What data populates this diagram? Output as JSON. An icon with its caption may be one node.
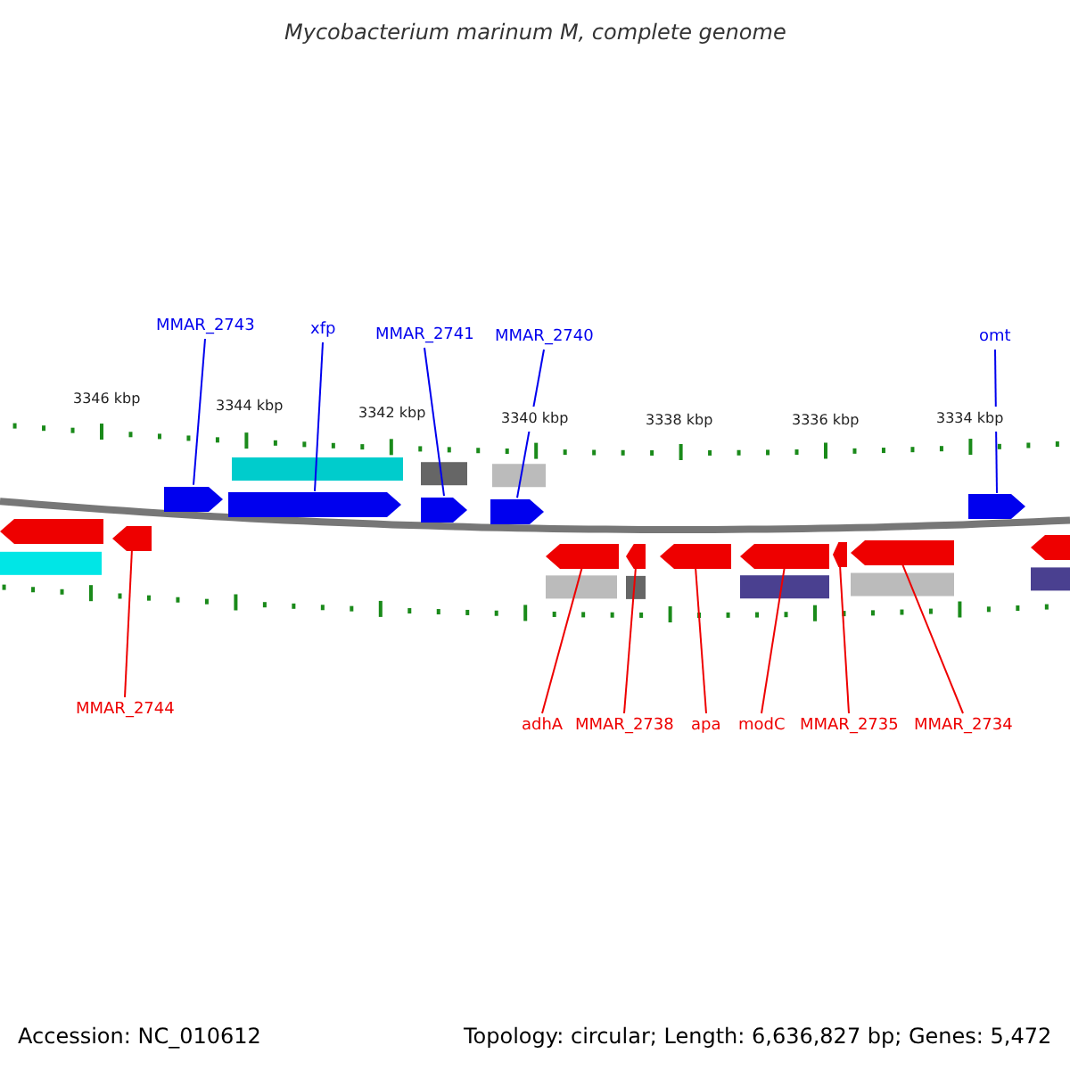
{
  "diagram": {
    "title": "Mycobacterium marinum M, complete genome",
    "nodes": [
      {
        "text": [
          "MMAR_2743"
        ]
      },
      {
        "text": [
          "xfp"
        ]
      },
      {
        "text": [
          "MMAR_2741"
        ]
      },
      {
        "text": [
          "MMAR_2740"
        ]
      },
      {
        "text": [
          "omt"
        ]
      },
      {
        "text": [
          "MMAR_2744"
        ]
      },
      {
        "text": [
          "adhA"
        ]
      },
      {
        "text": [
          "MMAR_2738"
        ]
      },
      {
        "text": [
          "apa"
        ]
      },
      {
        "text": [
          "modC"
        ]
      },
      {
        "text": [
          "MMAR_2735"
        ]
      },
      {
        "text": [
          "MMAR_2734"
        ]
      },
      {
        "text": [],
        "shape": "arrow"
      },
      {
        "text": [],
        "shape": "arrow"
      },
      {
        "text": [],
        "shape": "arrow"
      },
      {
        "text": [],
        "shape": "arrow"
      },
      {
        "text": [],
        "shape": "arrow"
      },
      {
        "text": [],
        "shape": "arrow"
      },
      {
        "text": [],
        "shape": "arrow"
      },
      {
        "text": [],
        "shape": "arrow"
      },
      {
        "text": [],
        "shape": "arrow"
      },
      {
        "text": [],
        "shape": "arrow"
      },
      {
        "text": [],
        "shape": "arrow"
      },
      {
        "text": [],
        "shape": "arrow"
      },
      {
        "text": [],
        "shape": "arrow"
      },
      {
        "text": [],
        "shape": "arrow"
      }
    ],
    "edges": [
      {
        "from": 0,
        "to": 12,
        "arrow": "none",
        "color": "#0000ee"
      },
      {
        "from": 1,
        "to": 13,
        "arrow": "none",
        "color": "#0000ee"
      },
      {
        "from": 2,
        "to": 14,
        "arrow": "none",
        "color": "#0000ee"
      },
      {
        "from": 3,
        "to": 15,
        "arrow": "none",
        "color": "#0000ee"
      },
      {
        "from": 4,
        "to": 16,
        "arrow": "none",
        "color": "#0000ee"
      },
      {
        "from": 5,
        "to": 17,
        "arrow": "none"
      },
      {
        "from": 6,
        "to": 18,
        "arrow": "none"
      },
      {
        "from": 7,
        "to": 19,
        "arrow": "none"
      },
      {
        "from": 8,
        "to": 20,
        "arrow": "none"
      },
      {
        "from": 9,
        "to": 21,
        "arrow": "none"
      },
      {
        "from": 10,
        "to": 22,
        "arrow": "none"
      },
      {
        "from": 11,
        "to": 23,
        "arrow": "none"
      }
    ],
    "labels": [
      "3346 kbp",
      "3344 kbp",
      "3342 kbp",
      "3340 kbp",
      "3338 kbp",
      "3336 kbp",
      "3334 kbp",
      "Accession: NC_010612",
      "Topology: circular; Length: 6,636,827 bp; Genes: 5,472"
    ]
  }
}
